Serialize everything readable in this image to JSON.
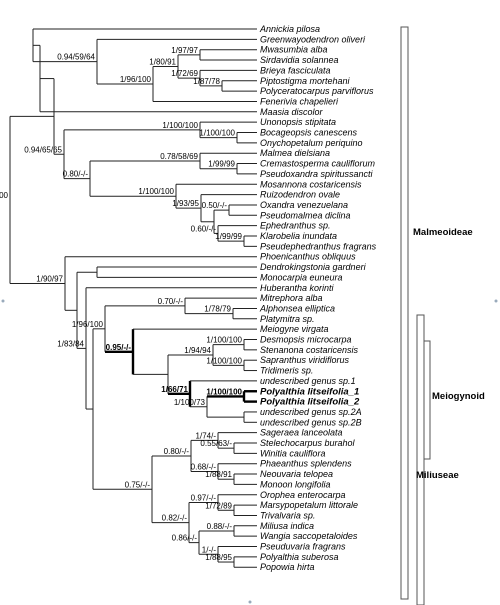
{
  "taxa": [
    "Annickia pilosa",
    "Greenwayodendron oliveri",
    "Mwasumbia alba",
    "Sirdavidia solannea",
    "Brieya fasciculata",
    "Piptostigma mortehani",
    "Polyceratocarpus parviflorus",
    "Fenerivia chapelieri",
    "Maasia discolor",
    "Unonopsis stipitata",
    "Bocageopsis canescens",
    "Onychopetalum periquino",
    "Malmea dielsiana",
    "Cremastosperma cauliflorum",
    "Pseudoxandra spiritussancti",
    "Mosannona costaricensis",
    "Ruizodendron ovale",
    "Oxandra venezuelana",
    "Pseudomalmea diclina",
    "Ephedranthus sp.",
    "Klarobelia inundata",
    "Pseudephedranthus fragrans",
    "Phoenicanthus obliquus",
    "Dendrokingstonia gardneri",
    "Monocarpia euneura",
    "Huberantha korinti",
    "Mitrephora alba",
    "Alphonsea elliptica",
    "Platymitra sp.",
    "Meiogyne virgata",
    "Desmopsis microcarpa",
    "Stenanona costaricensis",
    "Sapranthus viridiflorus",
    "Tridimeris sp.",
    "undescribed genus sp.1",
    "Polyalthia litseifolia_1",
    "Polyalthia litseifolia_2",
    "undescribed genus sp.2A",
    "undescribed genus sp.2B",
    "Sageraea lanceolata",
    "Stelechocarpus burahol",
    "Winitia cauliflora",
    "Phaeanthus splendens",
    "Neouvaria telopea",
    "Monoon longifolia",
    "Orophea enterocarpa",
    "Marsypopetalum littorale",
    "Trivalvaria sp.",
    "Miliusa indica",
    "Wangia saccopetaloides",
    "Pseuduvaria fragrans",
    "Polyalthia suberosa",
    "Popowia hirta"
  ],
  "supports": [
    "1/99/100",
    "1/96/100",
    "0.94/59/64",
    "1/96/100",
    "1/80/91",
    "1/97/97",
    "1/72/69",
    "1/87/78",
    "0.94/65/65",
    "1/100/100",
    "1/100/100",
    "0.80/-/-",
    "0.78/58/69",
    "1/99/99",
    "1/100/100",
    "1/93/95",
    "0.50/-/-",
    "0.60/-/-",
    "1/99/99",
    "1/90/97",
    "1/83/84",
    "1/96/100",
    "0.70/-/-",
    "1/78/79",
    "0.95/-/-",
    "1/100/100",
    "1/94/94",
    "1/100/100",
    "1/66/71",
    "1/100/100",
    "1/100/73",
    "0.75/-/-",
    "0.80/-/-",
    "1/74/-",
    "0.55/63/-",
    "0.68/-/-",
    "1/88/91",
    "0.82/-/-",
    "0.97/-/-",
    "1/72/89",
    "0.86/-/-",
    "0.88/-/-",
    "1/-/-",
    "1/88/95"
  ],
  "groups": {
    "malmeoideae": "Malmeoideae",
    "meiogynoid": "Meiogynoid",
    "miliuseae": "Miliuseae"
  }
}
